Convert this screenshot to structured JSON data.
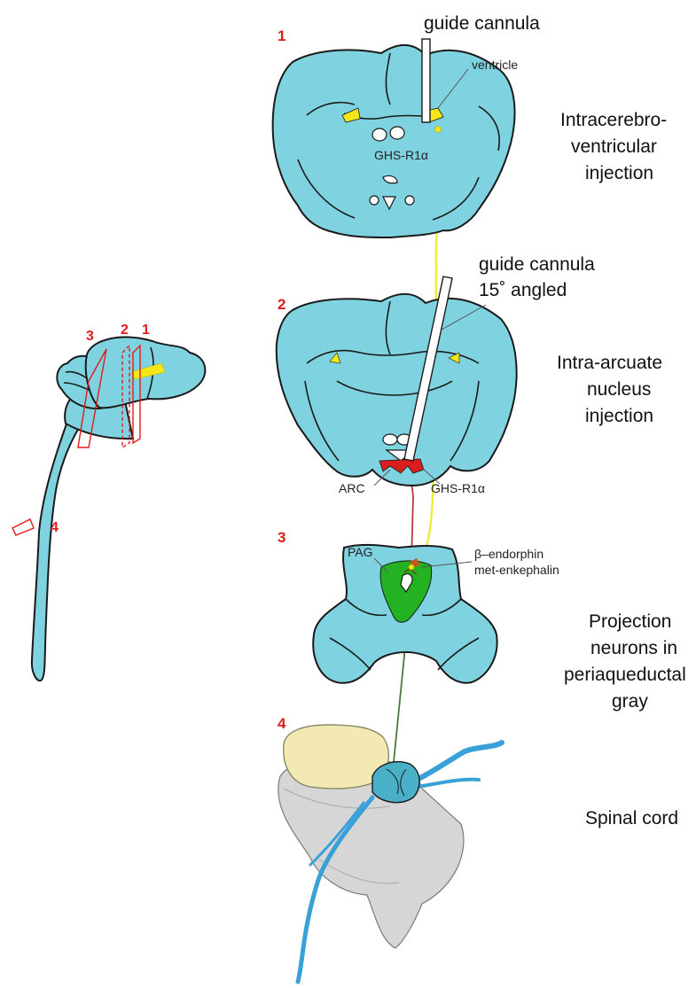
{
  "section_numbers": [
    "1",
    "2",
    "3",
    "4"
  ],
  "side_brain_numbers": [
    "3",
    "2",
    "1",
    "4"
  ],
  "labels": {
    "guide_cannula_1": "guide cannula",
    "ventricle": "ventricle",
    "ghsr_1": "GHS-R1α",
    "guide_cannula_2_line1": "guide cannula",
    "guide_cannula_2_line2": "15˚  angled",
    "arc": "ARC",
    "ghsr_2": "GHS-R1α",
    "pag": "PAG",
    "beta_endorphin": "β–endorphin",
    "met_enkephalin": "met-enkephalin"
  },
  "captions": {
    "icv": [
      "Intracerebro-",
      "ventricular",
      "injection"
    ],
    "arcuate": [
      "Intra-arcuate",
      "nucleus",
      "injection"
    ],
    "pag": [
      "Projection",
      "neurons in",
      "periaqueductal",
      "gray"
    ],
    "spinal": [
      "Spinal cord"
    ]
  },
  "colors": {
    "tissue": "#7fd3e0",
    "ventricle_fill": "#f5e61a",
    "arc_red": "#d81e1e",
    "pag_green": "#22b222",
    "yellow_path": "#ecec3a",
    "red_path": "#b83b3b",
    "green_path": "#4d7a3a",
    "section_number_red": "#e01b1b",
    "spine_blue": "#3aa0d8",
    "vertebra_gray": "#d6d6d6",
    "disc_yellow": "#f3eab3"
  }
}
